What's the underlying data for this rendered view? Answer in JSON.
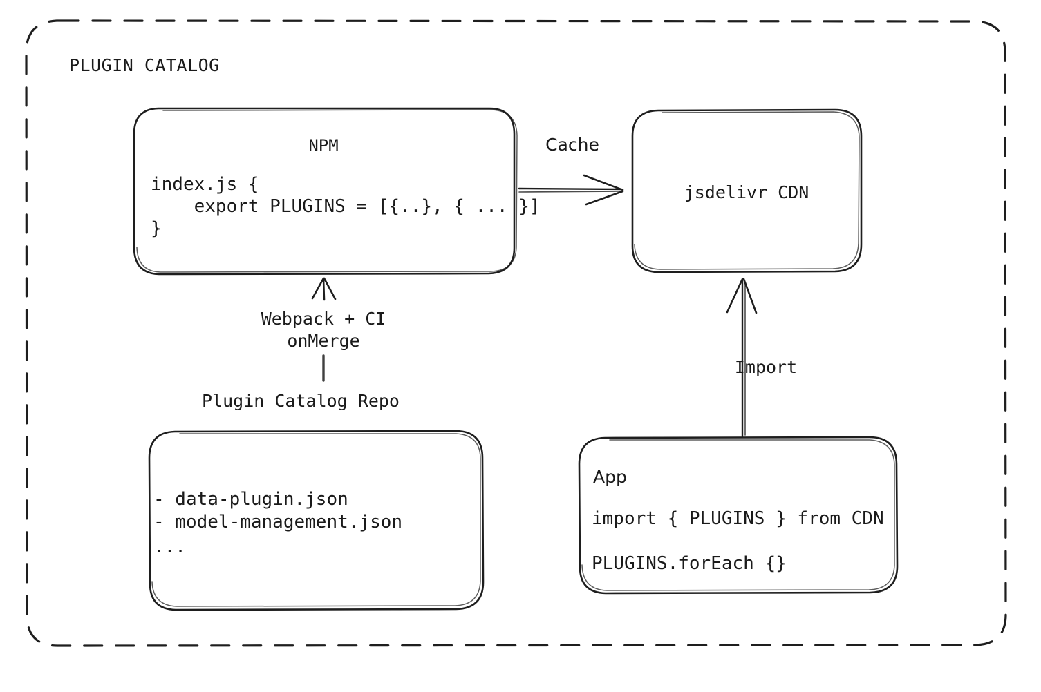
{
  "diagram": {
    "title": "PLUGIN CATALOG",
    "style": "hand-drawn",
    "stroke_color": "#1e1e1e",
    "text_color": "#1a1a1a",
    "background_color": "#ffffff",
    "nodes": {
      "npm": {
        "title": "NPM",
        "code": [
          "index.js {",
          "    export PLUGINS = [{..}, { ... }]",
          "}"
        ]
      },
      "cdn": {
        "title": "jsdelivr CDN"
      },
      "repo": {
        "title": "Plugin Catalog Repo",
        "items": [
          "- data-plugin.json",
          "- model-management.json",
          "..."
        ]
      },
      "app": {
        "title": "App",
        "code": [
          "import { PLUGINS } from CDN",
          "PLUGINS.forEach {}"
        ]
      }
    },
    "edges": {
      "cache": {
        "label": "Cache",
        "from": "npm",
        "to": "cdn",
        "direction": "right"
      },
      "build": {
        "label_line_1": "Webpack + CI",
        "label_line_2": "onMerge",
        "from": "repo",
        "to": "npm",
        "direction": "up"
      },
      "import": {
        "label": "Import",
        "from": "app",
        "to": "cdn",
        "direction": "up"
      }
    }
  }
}
